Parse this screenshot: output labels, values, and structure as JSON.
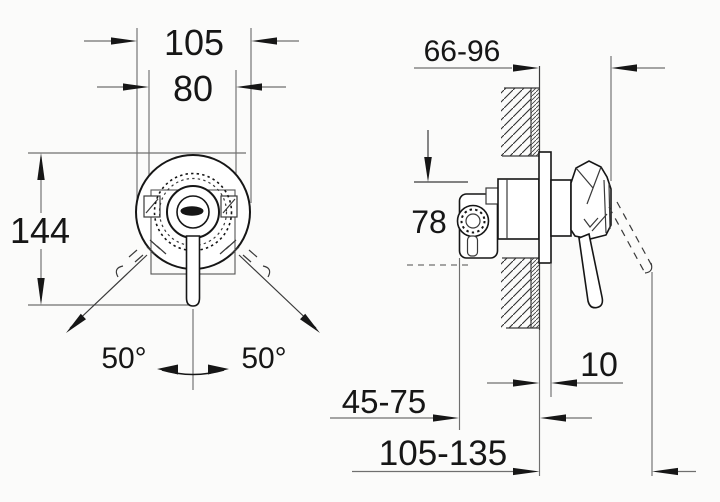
{
  "front_view": {
    "plate_diameter": "105",
    "box_width": "80",
    "overall_height": "144",
    "swing_angle_left": "50°",
    "swing_angle_right": "50°"
  },
  "side_view": {
    "install_depth_range": "66-96",
    "body_height": "78",
    "plate_projection": "10",
    "rough_in_depth_range": "45-75",
    "overall_projection_range": "105-135"
  },
  "colors": {
    "ink": "#161616",
    "dim": "#6f6f6f",
    "paper": "#fbfbfa"
  }
}
